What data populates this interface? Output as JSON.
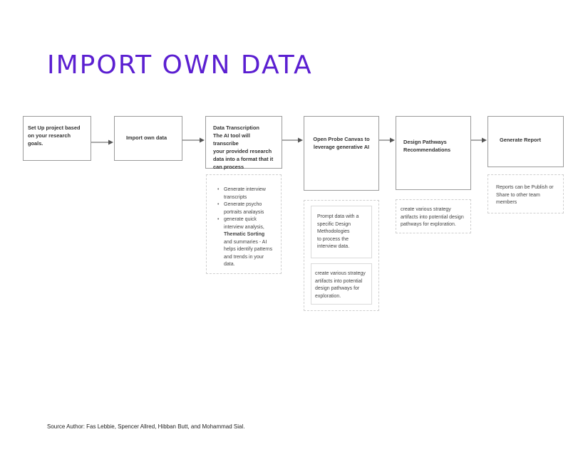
{
  "title": "IMPORT OWN DATA",
  "steps": [
    {
      "lines": [
        "Set Up project based",
        "on your research",
        "goals."
      ]
    },
    {
      "lines": [
        "Import own data"
      ]
    },
    {
      "lines": [
        "Data Transcription",
        "The AI tool will transcribe",
        "your provided research",
        "data into a format that it",
        "can process"
      ]
    },
    {
      "lines": [
        "Open Probe Canvas  to",
        "leverage generative AI"
      ]
    },
    {
      "lines": [
        "Design Pathways",
        "Recommendations"
      ]
    },
    {
      "lines": [
        "Generate Report"
      ]
    }
  ],
  "transcription_note": {
    "items": [
      {
        "text": "Generate interview",
        "bullet": true
      },
      {
        "text": "transcripts",
        "bullet": false
      },
      {
        "text": "Generate  psycho",
        "bullet": true
      },
      {
        "text": "portraits analaysis",
        "bullet": false
      },
      {
        "text": "generate quick",
        "bullet": true
      },
      {
        "text": "interview analysis,",
        "bullet": false
      },
      {
        "text": "Thematic Sorting",
        "bullet": false,
        "bold": true
      },
      {
        "text": " and summaries - AI",
        "bullet": false
      },
      {
        "text": "helps identify patterns",
        "bullet": false
      },
      {
        "text": "and trends in your data.",
        "bullet": false
      }
    ]
  },
  "probe_notes": {
    "prompt": [
      "Prompt data with a",
      "specific  Design",
      "Methodologies",
      "to  process the",
      "interview data."
    ],
    "artifacts": [
      "create various strategy",
      "artifacts into potential",
      "design pathways for",
      "exploration."
    ]
  },
  "pathways_note": [
    "create various strategy",
    "artifacts into potential design",
    "pathways for exploration."
  ],
  "report_note": [
    "Reports can be Publish or",
    "Share to other team",
    "members"
  ],
  "footer": "Source Author: Fas Lebbie, Spencer Allred, Hibban Butt, and Mohammad Sial.",
  "colors": {
    "title": "#5b1fd1",
    "border": "#9a9a9a",
    "arrow": "#555555"
  }
}
